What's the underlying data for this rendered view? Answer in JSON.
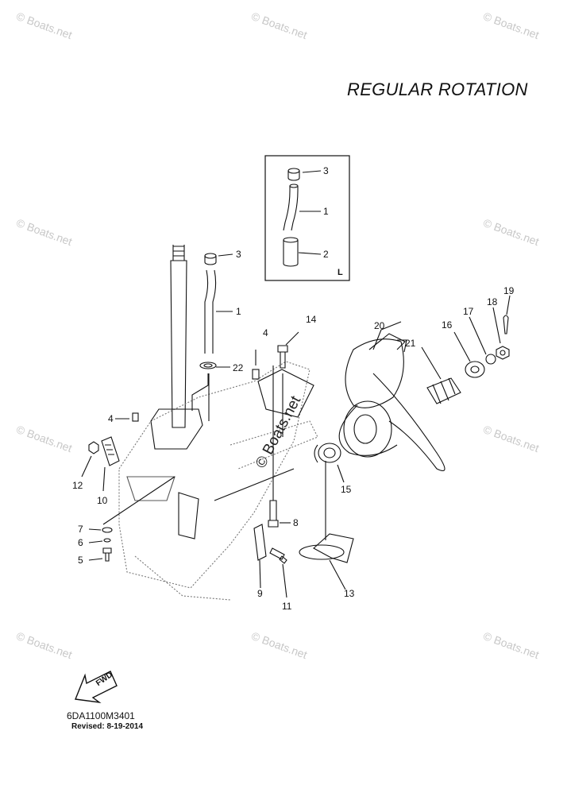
{
  "title": "REGULAR ROTATION",
  "watermark": "© Boats.net",
  "center_watermark": "© Boats.net",
  "inset": {
    "variant_label": "L",
    "callouts": [
      "3",
      "1",
      "2"
    ]
  },
  "callouts": {
    "c1": "1",
    "c2": "2",
    "c3": "3",
    "c4a": "4",
    "c4b": "4",
    "c5": "5",
    "c6": "6",
    "c7": "7",
    "c8": "8",
    "c9": "9",
    "c10": "10",
    "c11": "11",
    "c12": "12",
    "c13": "13",
    "c14": "14",
    "c15": "15",
    "c16": "16",
    "c17": "17",
    "c18": "18",
    "c19": "19",
    "c20": "20",
    "c21": "21",
    "c22": "22"
  },
  "fwd_label": "FWD",
  "part_code": "6DA1100M3401",
  "revised": "Revised: 8-19-2014"
}
